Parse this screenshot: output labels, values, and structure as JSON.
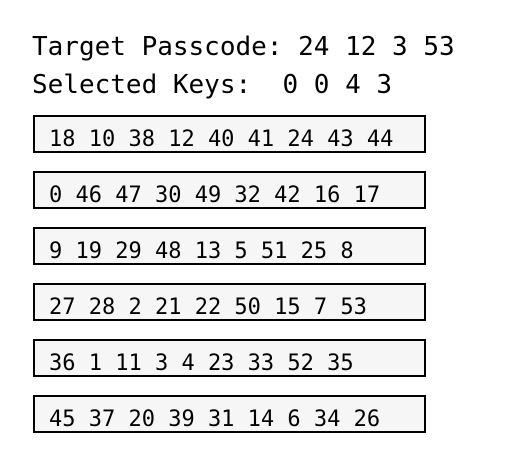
{
  "header": {
    "target_label": "Target Passcode:",
    "target_value": "24 12 3 53",
    "selected_label": "Selected Keys:",
    "selected_value": "0 0 4 3"
  },
  "key_rows": [
    "18 10 38 12 40 41 24 43 44",
    "0 46 47 30 49 32 42 16 17",
    "9 19 29 48 13 5 51 25 8",
    "27 28 2 21 22 50 15 7 53",
    "36 1 11 3 4 23 33 52 35",
    "45 37 20 39 31 14 6 34 26"
  ]
}
